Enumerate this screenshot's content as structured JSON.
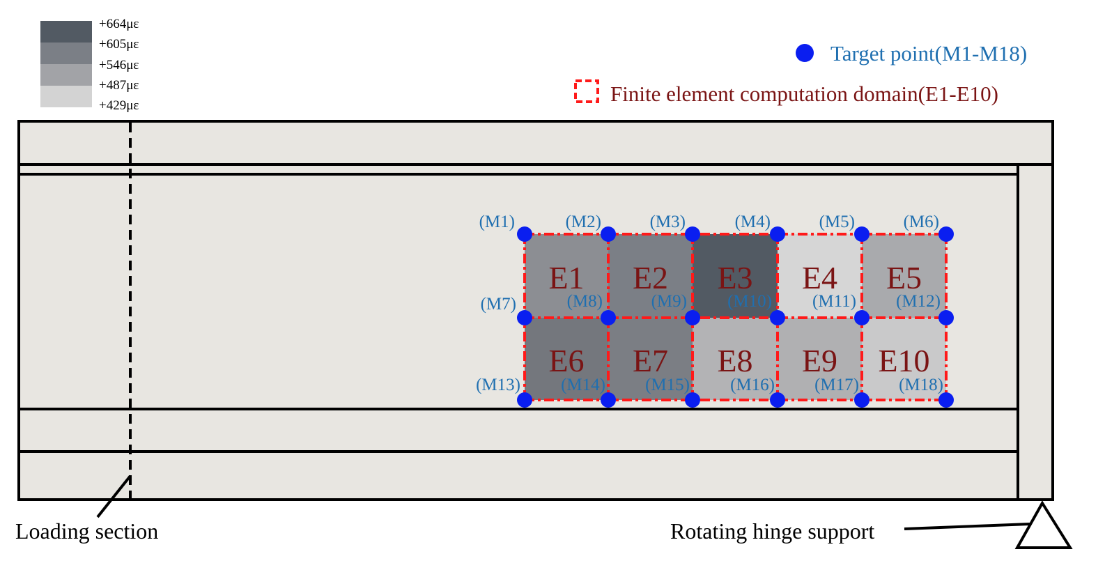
{
  "scale": {
    "labels": [
      "+664με",
      "+605με",
      "+546με",
      "+487με",
      "+429με"
    ],
    "colors": [
      "#525a63",
      "#7b7f86",
      "#a2a3a7",
      "#d3d3d3"
    ]
  },
  "legend": {
    "target_point": "Target point(M1-M18)",
    "fe_domain": "Finite element computation domain(E1-E10)"
  },
  "points": [
    "(M1)",
    "(M2)",
    "(M3)",
    "(M4)",
    "(M5)",
    "(M6)",
    "(M7)",
    "(M8)",
    "(M9)",
    "(M10)",
    "(M11)",
    "(M12)",
    "(M13)",
    "(M14)",
    "(M15)",
    "(M16)",
    "(M17)",
    "(M18)"
  ],
  "elements": [
    {
      "label": "E1",
      "color": "#8c8e93"
    },
    {
      "label": "E2",
      "color": "#7b7f86"
    },
    {
      "label": "E3",
      "color": "#525a63"
    },
    {
      "label": "E4",
      "color": "#d6d6d6"
    },
    {
      "label": "E5",
      "color": "#a9aaad"
    },
    {
      "label": "E6",
      "color": "#74777d"
    },
    {
      "label": "E7",
      "color": "#7b7e84"
    },
    {
      "label": "E8",
      "color": "#b3b3b5"
    },
    {
      "label": "E9",
      "color": "#b0b0b2"
    },
    {
      "label": "E10",
      "color": "#c9c9ca"
    }
  ],
  "annotations": {
    "loading_section": "Loading section",
    "hinge_support": "Rotating hinge support"
  },
  "palette": {
    "beam_fill": "#e8e6e1",
    "point_color": "#0a1ef0",
    "point_label_color": "#1f6fb0",
    "element_label_color": "#7a1414",
    "domain_line_color": "#ff1a1a"
  }
}
